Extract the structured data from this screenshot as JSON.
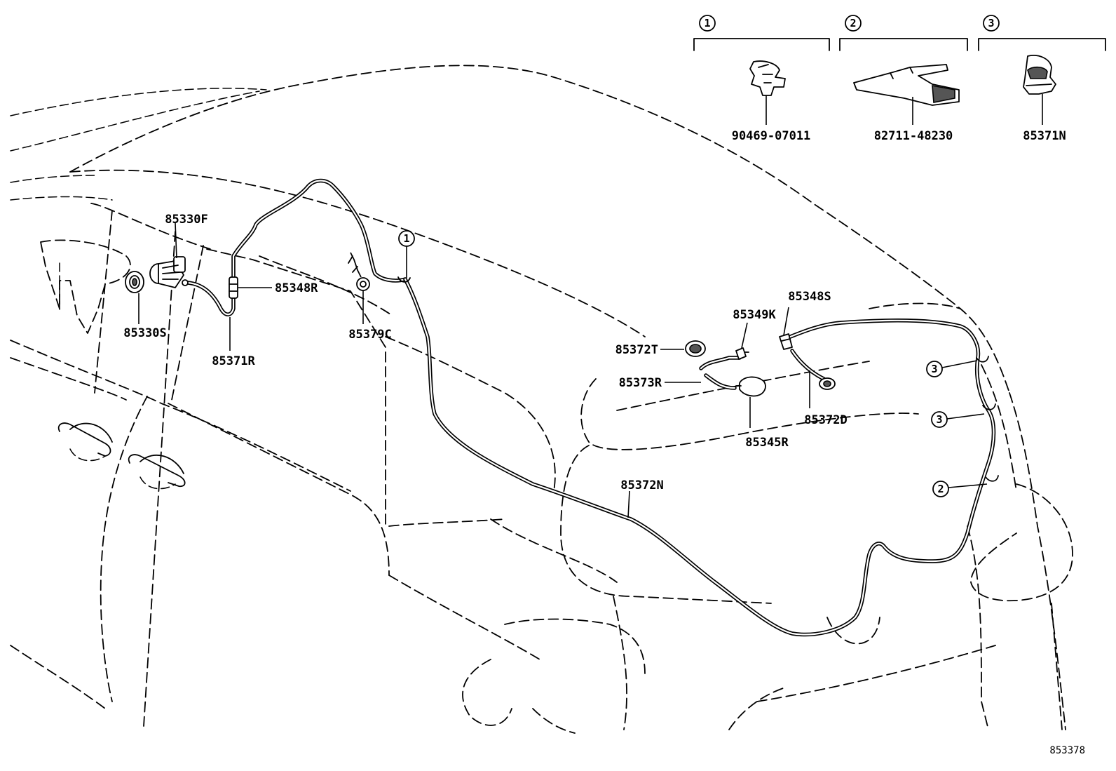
{
  "diagram_id": "853378",
  "legend": [
    {
      "marker": "1",
      "part_number": "90469-07011"
    },
    {
      "marker": "2",
      "part_number": "82711-48230"
    },
    {
      "marker": "3",
      "part_number": "85371N"
    }
  ],
  "parts": {
    "p85330F": "85330F",
    "p85330S": "85330S",
    "p85348R": "85348R",
    "p85371R": "85371R",
    "p85379C": "85379C",
    "p85348S": "85348S",
    "p85349K": "85349K",
    "p85372T": "85372T",
    "p85373R": "85373R",
    "p85372D": "85372D",
    "p85345R": "85345R",
    "p85372N": "85372N"
  },
  "callouts": {
    "c1": "1",
    "c3a": "3",
    "c3b": "3",
    "c2": "2"
  }
}
